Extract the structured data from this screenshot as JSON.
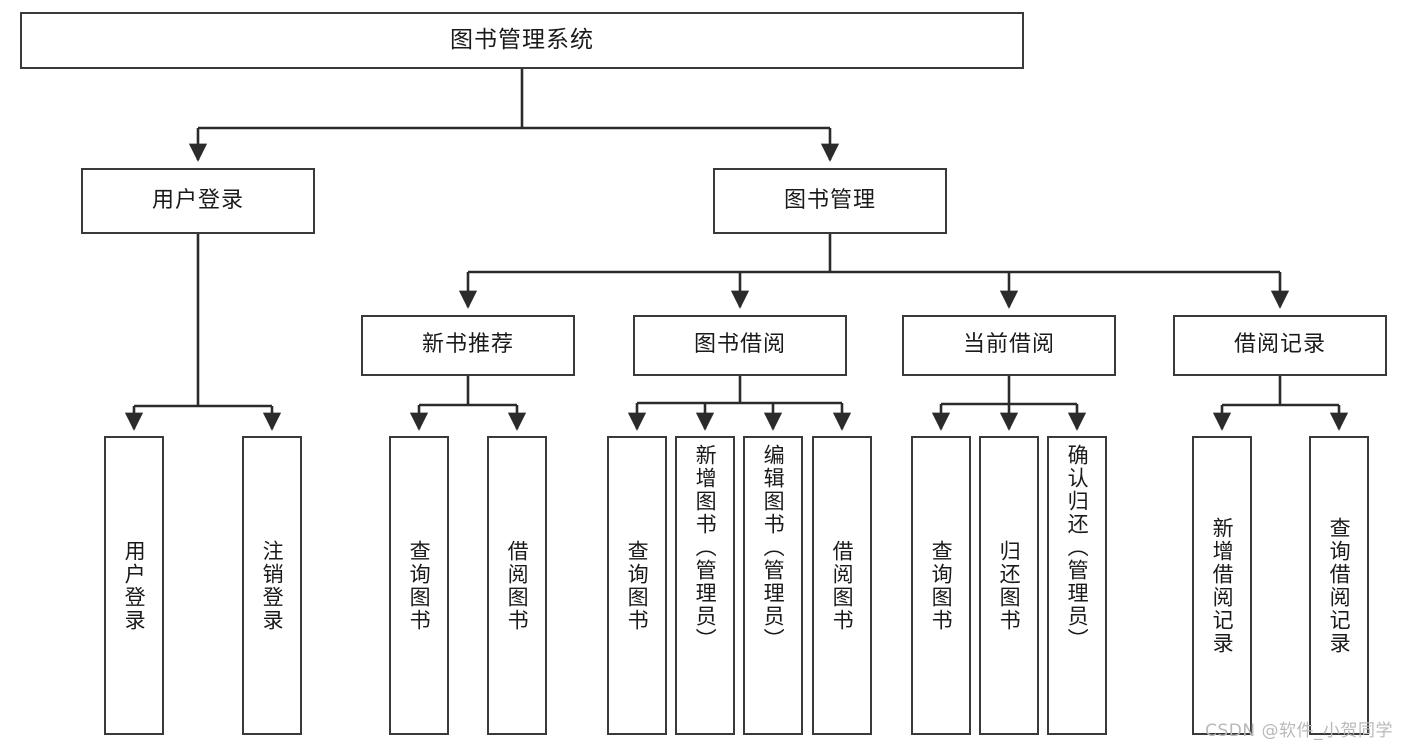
{
  "diagram": {
    "title": "图书管理系统",
    "watermark": "CSDN @软件_小贺同学",
    "colors": {
      "box_border": "#3a3a3a",
      "box_fill": "#ffffff",
      "connector": "#2b2b2b",
      "text": "#1a1a1a",
      "watermark": "#b9b9b9"
    },
    "levels": {
      "level1": [
        {
          "id": "root",
          "label": "图书管理系统"
        }
      ],
      "level2": [
        {
          "id": "user-login",
          "label": "用户登录"
        },
        {
          "id": "book-management",
          "label": "图书管理"
        }
      ],
      "level3": [
        {
          "id": "new-book-recommend",
          "label": "新书推荐",
          "parent": "book-management"
        },
        {
          "id": "book-borrow",
          "label": "图书借阅",
          "parent": "book-management"
        },
        {
          "id": "current-borrow",
          "label": "当前借阅",
          "parent": "book-management"
        },
        {
          "id": "borrow-record",
          "label": "借阅记录",
          "parent": "book-management"
        }
      ],
      "level4": [
        {
          "id": "leaf-user-login",
          "label": "用户登录",
          "parent": "user-login"
        },
        {
          "id": "leaf-logout",
          "label": "注销登录",
          "parent": "user-login"
        },
        {
          "id": "leaf-query-book-1",
          "label": "查询图书",
          "parent": "new-book-recommend"
        },
        {
          "id": "leaf-borrow-book-1",
          "label": "借阅图书",
          "parent": "new-book-recommend"
        },
        {
          "id": "leaf-query-book-2",
          "label": "查询图书",
          "parent": "book-borrow"
        },
        {
          "id": "leaf-add-book",
          "label": "新增图书（管理员）",
          "parent": "book-borrow"
        },
        {
          "id": "leaf-edit-book",
          "label": "编辑图书（管理员）",
          "parent": "book-borrow"
        },
        {
          "id": "leaf-borrow-book-2",
          "label": "借阅图书",
          "parent": "book-borrow"
        },
        {
          "id": "leaf-query-book-3",
          "label": "查询图书",
          "parent": "current-borrow"
        },
        {
          "id": "leaf-return-book",
          "label": "归还图书",
          "parent": "current-borrow"
        },
        {
          "id": "leaf-confirm-return",
          "label": "确认归还（管理员）",
          "parent": "current-borrow"
        },
        {
          "id": "leaf-add-record",
          "label": "新增借阅记录",
          "parent": "borrow-record"
        },
        {
          "id": "leaf-query-record",
          "label": "查询借阅记录",
          "parent": "borrow-record"
        }
      ]
    }
  }
}
